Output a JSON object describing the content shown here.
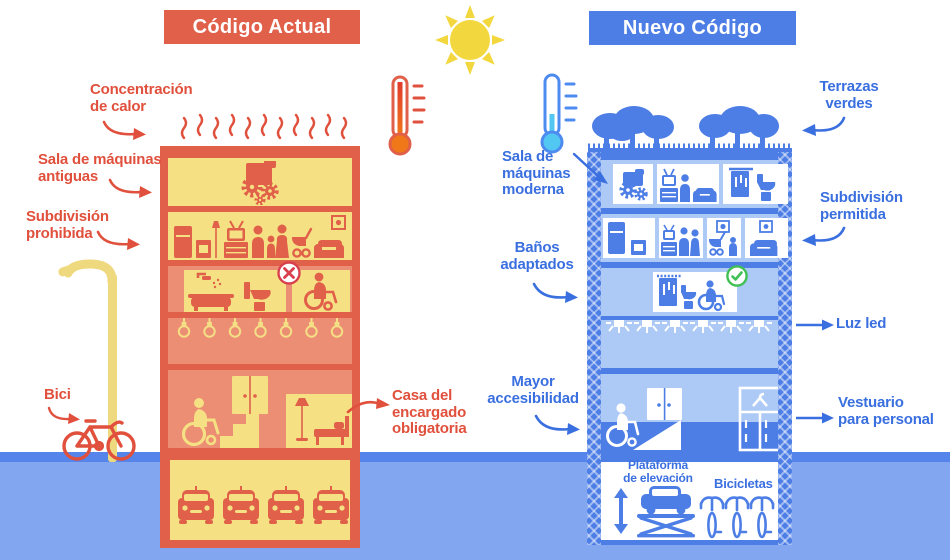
{
  "left_panel": {
    "title": "Código Actual",
    "labels": {
      "heat": "Concentración\nde calor",
      "machines": "Sala de máquinas\nantiguas",
      "subdivision": "Subdivisión\nprohibida",
      "bike": "Bici",
      "caretaker": "Casa del\nencargado\nobligatoria"
    }
  },
  "right_panel": {
    "title": "Nuevo Código",
    "labels": {
      "terraces": "Terrazas\nverdes",
      "machines": "Sala de\nmáquinas\nmoderna",
      "subdivision": "Subdivisión\npermitida",
      "bathrooms": "Baños\nadaptados",
      "led": "Luz led",
      "accessibility": "Mayor\naccesibilidad",
      "staff_room": "Vestuario\npara personal",
      "platform": "Plataforma\nde elevación",
      "bicycles": "Bicicletas"
    }
  },
  "colors": {
    "red_frame": "#E0604A",
    "red_text": "#E0503C",
    "salmon": "#EC8E74",
    "room_yellow": "#F5E083",
    "sun_yellow": "#F2D73E",
    "lamp_yellow": "#EFD97E",
    "blue_frame": "#4D7EE6",
    "blue_text": "#3A6FE0",
    "light_blue": "#ADC9F5",
    "ground_top": "#5585EB",
    "ground": "#82A7F0",
    "check_green": "#3FC052",
    "prohibited_red": "#D8404E",
    "thermo_cold": "#52C7F2"
  }
}
